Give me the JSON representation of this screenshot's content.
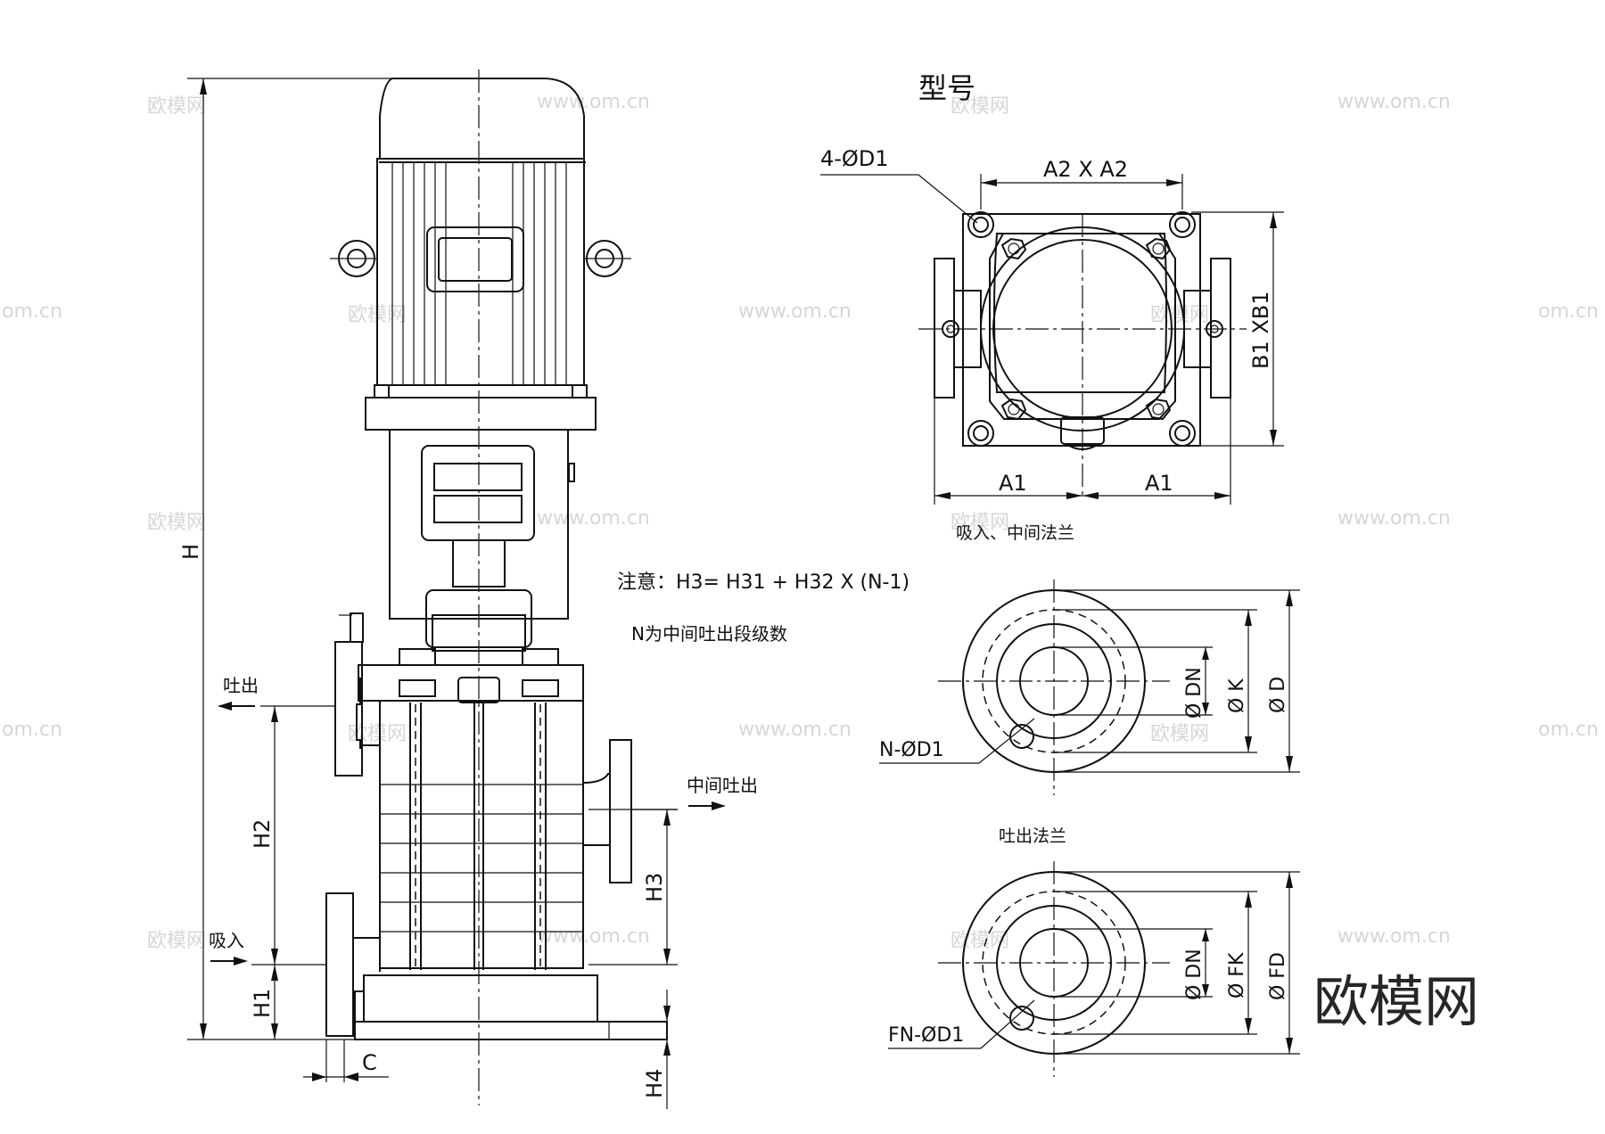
{
  "labels": {
    "model_title": "型号",
    "bolt_holes": "4-ØD1",
    "a2xa2": "A2 X A2",
    "b1xb1": "B1 XB1",
    "a1_left": "A1",
    "a1_right": "A1",
    "suction_mid_flange": "吸入、中间法兰",
    "note": "注意：H3=    H31 + H32    X   (N-1)",
    "n_note": "N为中间吐出段级数",
    "discharge": "吐出",
    "mid_discharge": "中间吐出",
    "suction": "吸入",
    "h": "H",
    "h1": "H1",
    "h2": "H2",
    "h3": "H3",
    "h4": "H4",
    "c": "C",
    "n_d1": "N-ØD1",
    "dn1": "Ø DN",
    "k": "Ø K",
    "d": "Ø D",
    "discharge_flange": "吐出法兰",
    "fn_d1": "FN-ØD1",
    "dn2": "Ø DN",
    "fk": "Ø FK",
    "fd": "Ø FD"
  },
  "watermark": {
    "brand": "欧模网",
    "url": "www.om.cn",
    "url_short": "om.cn"
  }
}
